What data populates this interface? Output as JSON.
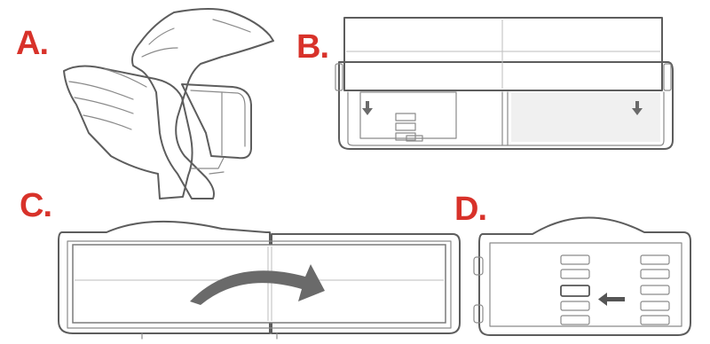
{
  "steps": [
    {
      "id": "A",
      "label": "A."
    },
    {
      "id": "B",
      "label": "B."
    },
    {
      "id": "C",
      "label": "C."
    },
    {
      "id": "D",
      "label": "D."
    }
  ],
  "icons": {
    "step_b_arrows": "down-arrow-icon",
    "step_c_arrow": "curved-arrow-icon",
    "step_d_arrow": "left-arrow-icon"
  },
  "colors": {
    "label": "#d8322a",
    "outline": "#5d5d5d",
    "arrow": "#6a6a6a",
    "panel_fill": "#f4f4f4"
  }
}
